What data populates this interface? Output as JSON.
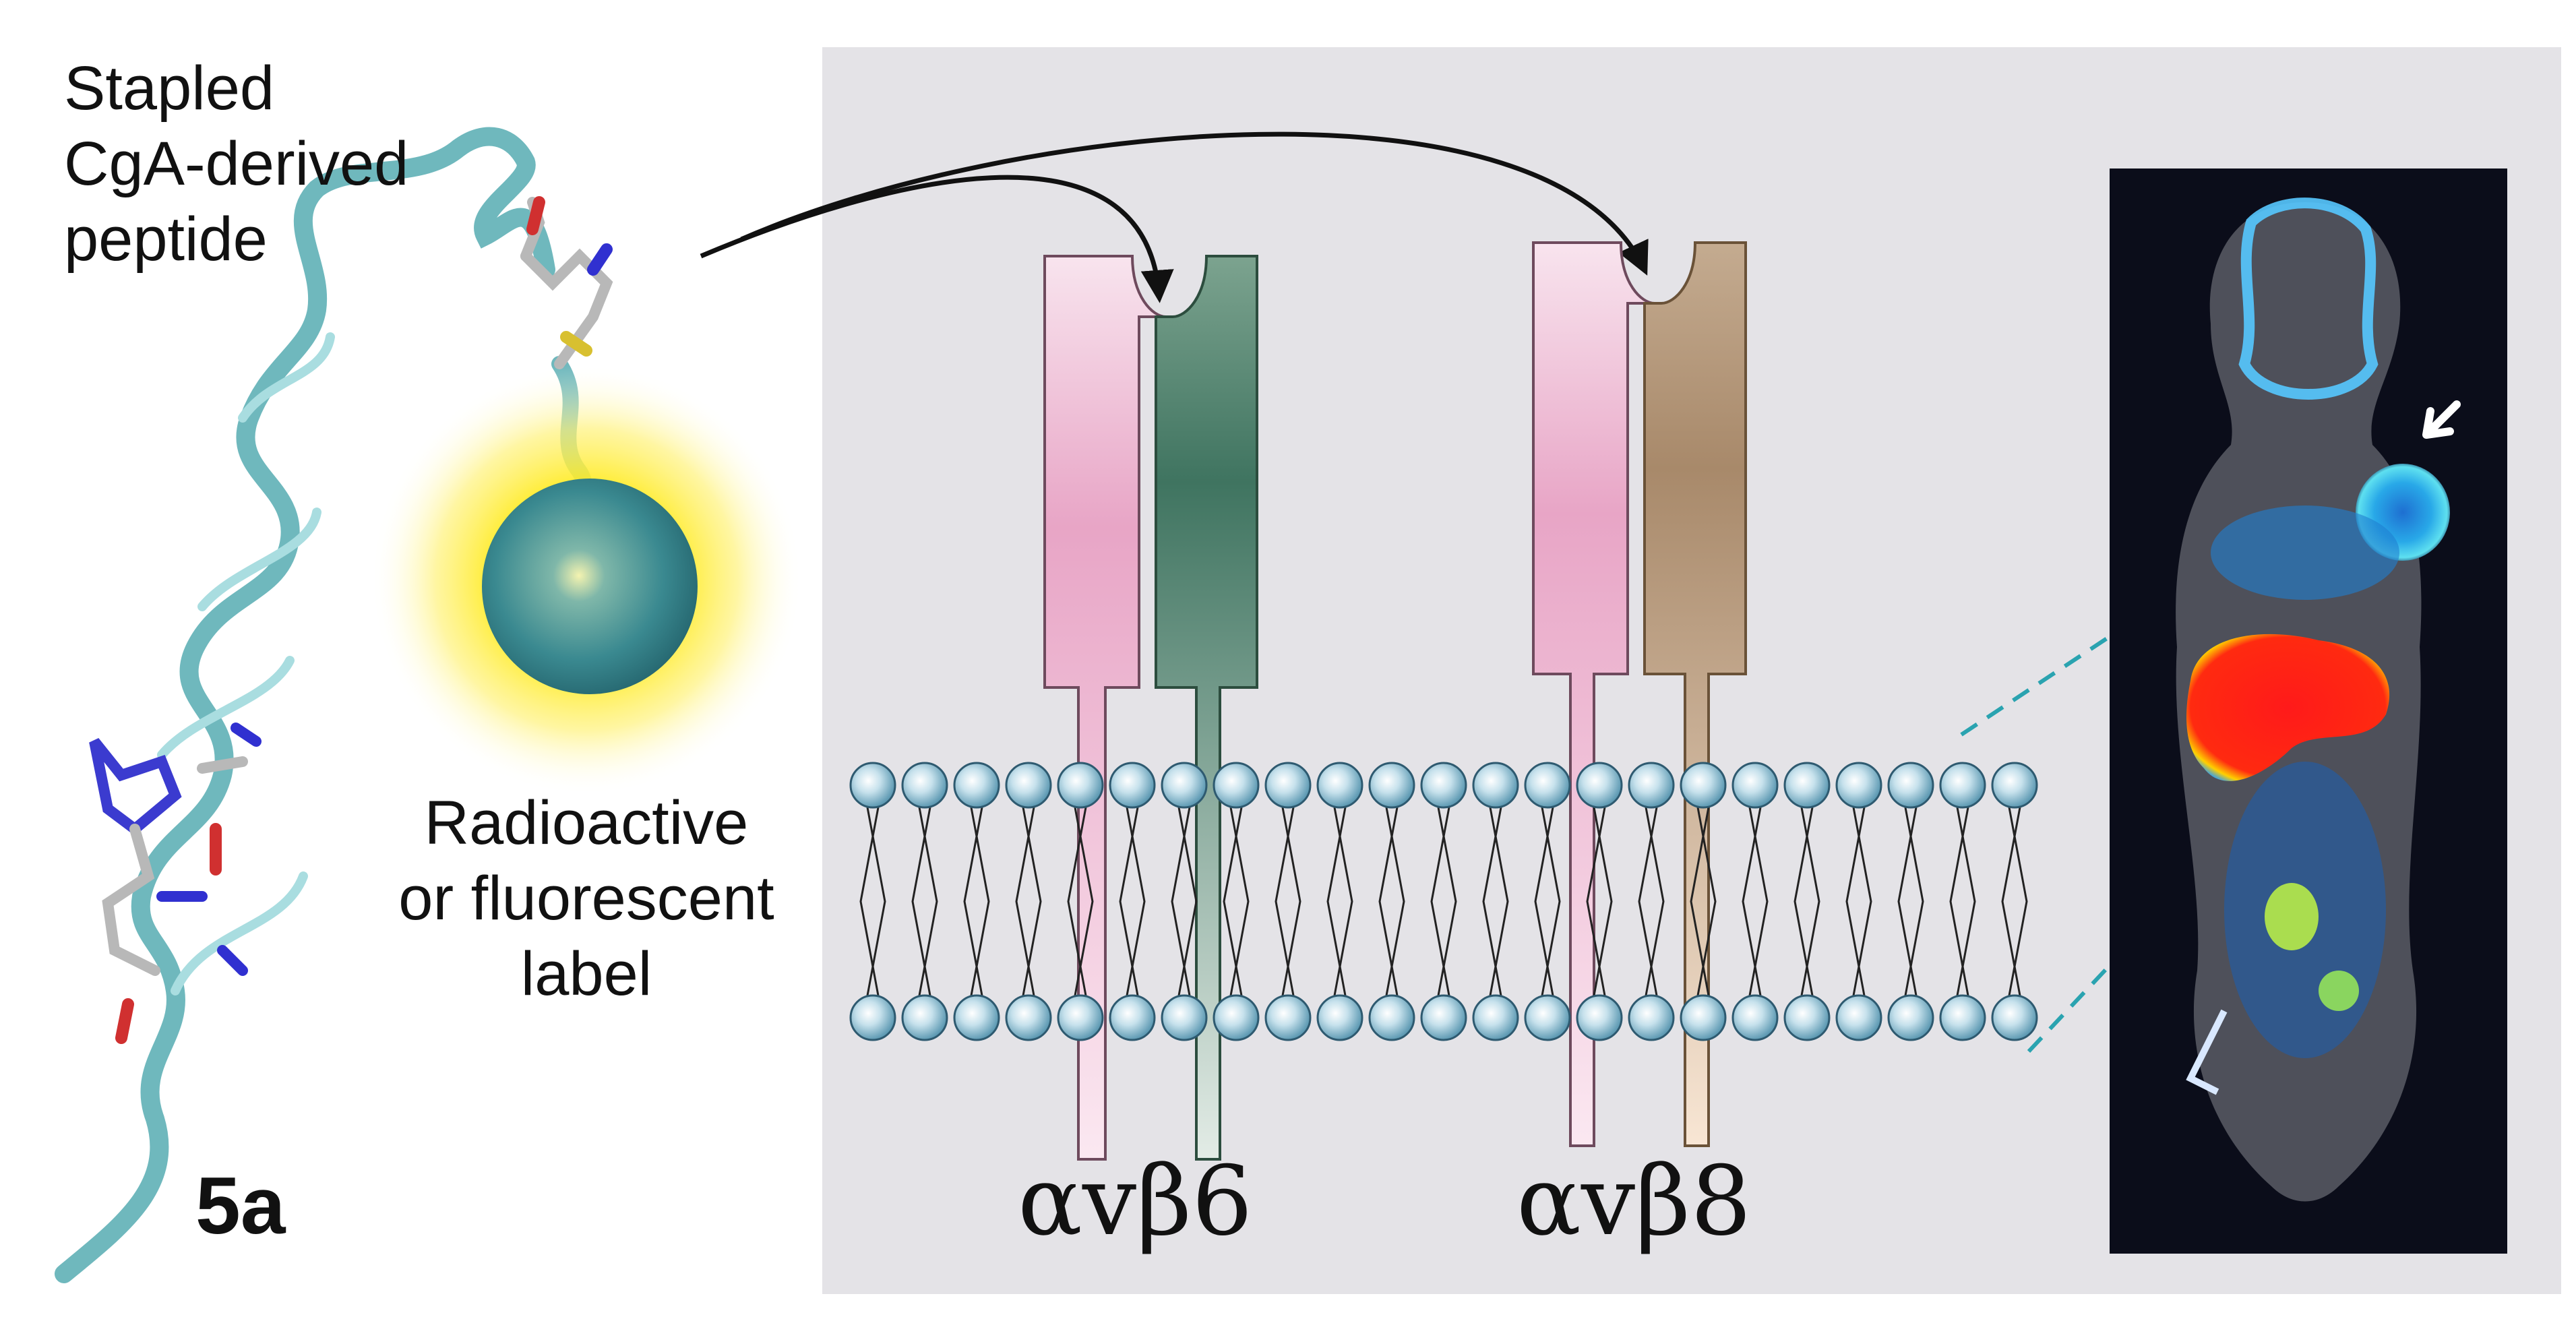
{
  "peptide": {
    "title_lines": [
      "Stapled",
      "CgA-derived",
      "peptide"
    ],
    "compound_id": "5a"
  },
  "label": {
    "lines": [
      "Radioactive",
      "or fluorescent",
      "label"
    ]
  },
  "integrins": [
    {
      "name": "αvβ6",
      "alpha_color": "#e8a9c9",
      "beta_color": "#4f7d66"
    },
    {
      "name": "αvβ8",
      "alpha_color": "#e8a9c9",
      "beta_color": "#b59878"
    }
  ],
  "colors": {
    "panel_background": "#e4e3e7",
    "peptide_ribbon": "#7fc4c8",
    "label_sphere": "#3e8c94",
    "label_glow": "#ffe000",
    "lipid_head": "#a9cfe0",
    "scan_background": "#0b0d1a",
    "scan_hotspot": "#ff2020",
    "dashed_lines": "#2aa3b0"
  },
  "icons": {
    "arrow_to_tumor": "white-arrow-icon",
    "binding_arrows": "curved-arrow-icon"
  }
}
